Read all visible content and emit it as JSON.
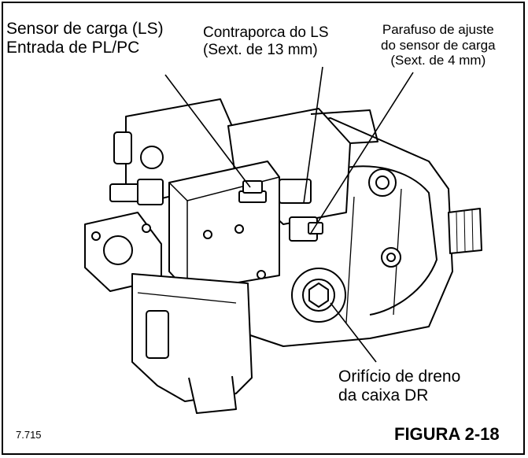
{
  "labels": {
    "load_sensor": [
      "Sensor de carga (LS)",
      "Entrada de PL/PC"
    ],
    "locknut": [
      "Contraporca do LS",
      "(Sext. de 13 mm)"
    ],
    "adjust_screw": [
      "Parafuso de ajuste",
      "do sensor de carga",
      "(Sext. de 4 mm)"
    ],
    "drain": [
      "Orifício de dreno",
      "da caixa DR"
    ]
  },
  "reference_number": "7.715",
  "figure_label": "FIGURA 2-18"
}
